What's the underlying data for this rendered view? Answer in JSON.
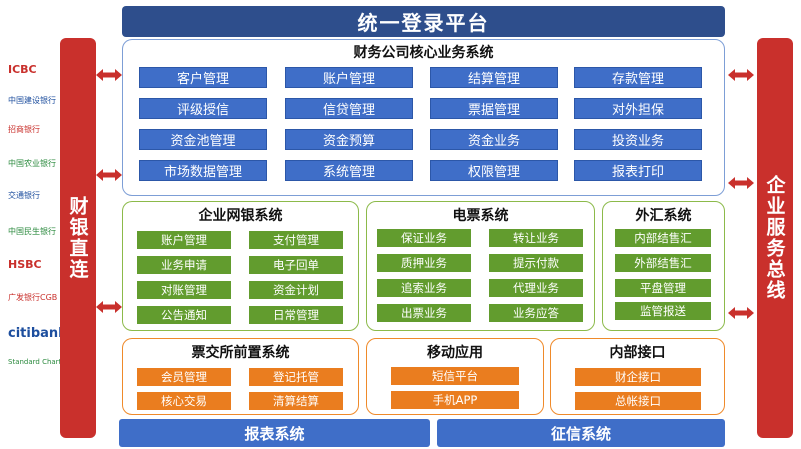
{
  "title": "统一登录平台",
  "left_bar": "财银直连",
  "right_bar": "企业服务总线",
  "banks": [
    "ICBC",
    "中国建设银行",
    "招商银行",
    "中国农业银行",
    "交通银行",
    "中国民生银行",
    "HSBC",
    "广发银行CGB",
    "citibank",
    "Standard Chartered"
  ],
  "core": {
    "title": "财务公司核心业务系统",
    "rows": [
      [
        "客户管理",
        "账户管理",
        "结算管理",
        "存款管理"
      ],
      [
        "评级授信",
        "信贷管理",
        "票据管理",
        "对外担保"
      ],
      [
        "资金池管理",
        "资金预算",
        "资金业务",
        "投资业务"
      ],
      [
        "市场数据管理",
        "系统管理",
        "权限管理",
        "报表打印"
      ]
    ]
  },
  "ebank": {
    "title": "企业网银系统",
    "col1": [
      "账户管理",
      "业务申请",
      "对账管理",
      "公告通知"
    ],
    "col2": [
      "支付管理",
      "电子回单",
      "资金计划",
      "日常管理"
    ]
  },
  "ebill": {
    "title": "电票系统",
    "col1": [
      "保证业务",
      "质押业务",
      "追索业务",
      "出票业务"
    ],
    "col2": [
      "转让业务",
      "提示付款",
      "代理业务",
      "业务应答"
    ]
  },
  "forex": {
    "title": "外汇系统",
    "items": [
      "内部结售汇",
      "外部结售汇",
      "平盘管理",
      "监管报送"
    ]
  },
  "exchange": {
    "title": "票交所前置系统",
    "col1": [
      "会员管理",
      "核心交易"
    ],
    "col2": [
      "登记托管",
      "清算结算"
    ]
  },
  "mobile": {
    "title": "移动应用",
    "items": [
      "短信平台",
      "手机APP"
    ]
  },
  "internal": {
    "title": "内部接口",
    "items": [
      "财企接口",
      "总帐接口"
    ]
  },
  "bottom": [
    "报表系统",
    "征信系统"
  ]
}
